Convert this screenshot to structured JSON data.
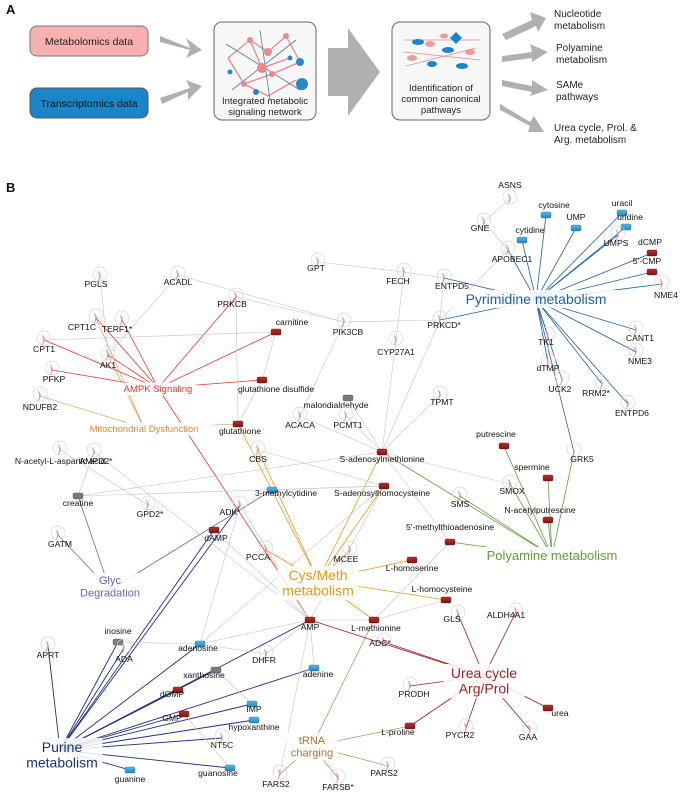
{
  "panel_a": {
    "label": "A",
    "inputs": [
      {
        "key": "metabolomics",
        "label": "Metabolomics data",
        "color": "#f4a6a6"
      },
      {
        "key": "transcriptomics",
        "label": "Transcriptomics data",
        "color": "#1a86c8"
      }
    ],
    "network_caption": [
      "Integrated metabolic",
      "signaling network"
    ],
    "pathways_caption": [
      "Identification of",
      "common canonical",
      "pathways"
    ],
    "outputs": [
      [
        "Nucleotide",
        "metabolism"
      ],
      [
        "Polyamine",
        "metabolism"
      ],
      [
        "SAMe",
        "pathways"
      ],
      [
        "Urea cycle, Prol. &",
        "Arg. metabolism"
      ]
    ]
  },
  "panel_b": {
    "label": "B",
    "colors": {
      "pyrimidine": "#1f5fa8",
      "ampk": "#e03a2c",
      "mito": "#e08a3c",
      "glyc": "#6e62b0",
      "cysmeth": "#e8961e",
      "polyamine": "#5f9e3a",
      "urea": "#9e1f1f",
      "trna": "#a8762e",
      "purine": "#1e2f7a",
      "node_red": "#9b1c1c",
      "node_blue": "#2f9bd6",
      "node_gray": "#7a7a7a",
      "node_pink": "#f0a0a0",
      "edge_gray": "#c4c4c4"
    },
    "hubs": {
      "pyrimidine": "Pyrimidine metabolism",
      "ampk": "AMPK Signaling",
      "mito": "Mitochondrial Dysfunction",
      "glyc": [
        "Glyc",
        "Degradation"
      ],
      "cysmeth": [
        "Cys/Meth",
        "metabolism"
      ],
      "polyamine": "Polyamine metabolism",
      "urea": [
        "Urea cycle",
        "Arg/Prol"
      ],
      "trna": [
        "tRNA",
        "charging"
      ],
      "purine": [
        "Purine",
        "metabolism"
      ]
    },
    "nodes": {
      "ASNS": "ASNS",
      "cytosine": "cytosine",
      "uracil": "uracil",
      "GNE": "GNE",
      "UMP": "UMP",
      "uridine": "uridine",
      "cytidine": "cytidine",
      "dCMP": "dCMP",
      "UMPS": "UMPS",
      "APOBEC1": "APOBEC1",
      "CMP5": "5'-CMP",
      "GPT": "GPT",
      "FECH": "FECH",
      "ENTPD5": "ENTPD5",
      "NME4": "NME4",
      "PGLS": "PGLS",
      "ACADL": "ACADL",
      "PRKCB": "PRKCB",
      "CPT1C": "CPT1C",
      "TERF1": "TERF1*",
      "carnitine": "carnitine",
      "PIK3CB": "PIK3CB",
      "CYP27A1": "CYP27A1",
      "PRKCD": "PRKCD*",
      "CPT1": "CPT1",
      "AK1": "AK1",
      "CANT1": "CANT1",
      "TK1": "TK1",
      "NME3": "NME3",
      "PFKP": "PFKP",
      "gsdisulfide": "glutathione disulfide",
      "dTMP": "dTMP",
      "UCK2": "UCK2",
      "NDUFB2": "NDUFB2",
      "RRM2": "RRM2*",
      "ENTPD6": "ENTPD6",
      "malondialdehyde": "malondialdehyde",
      "TPMT": "TPMT",
      "ACACA": "ACACA",
      "PCMT1": "PCMT1",
      "glutathione": "glutathione",
      "putrescine": "putrescine",
      "NacAsp": "N-acetyl-L-aspartic acid",
      "CBS": "CBS",
      "SAM": "S-adenosylmethionine",
      "GRK5": "GRK5",
      "AMPD2": "AMPD2*",
      "spermine": "spermine",
      "creatine": "creatine",
      "methylcytidine": "3-methylcytidine",
      "SAH": "S-adenosylhomocysteine",
      "SMOX": "SMOX",
      "GPD2": "GPD2*",
      "ADK": "ADK*",
      "SMS": "SMS",
      "Nacputrescine": "N-acetylputrescine",
      "GATM": "GATM",
      "dAMP": "dAMP",
      "PCCA": "PCCA",
      "MCEE": "MCEE",
      "MTA": "5'-methylthioadenosine",
      "Lhomoserine": "L-homoserine",
      "inosine": "inosine",
      "Lhomocysteine": "L-homocysteine",
      "APRT": "APRT",
      "AMP": "AMP",
      "Lmethionine": "L-methionine",
      "GLS": "GLS",
      "ALDH4A1": "ALDH4A1",
      "adenosine": "adenosine",
      "ADC": "ADC*",
      "DHFR": "DHFR",
      "ADA": "ADA",
      "xanthosine": "xanthosine",
      "adenine": "adenine",
      "dGMP": "dGMP",
      "PRODH": "PRODH",
      "urea": "urea",
      "IMP": "IMP",
      "GMP": "GMP",
      "hypoxanthine": "hypoxanthine",
      "Lproline": "L-proline",
      "PYCR2": "PYCR2",
      "NT5C": "NT5C",
      "GAA": "GAA",
      "guanosine": "guanosine",
      "FARS2": "FARS2",
      "PARS2": "PARS2",
      "guanine": "guanine",
      "FARSB": "FARSB*"
    }
  }
}
